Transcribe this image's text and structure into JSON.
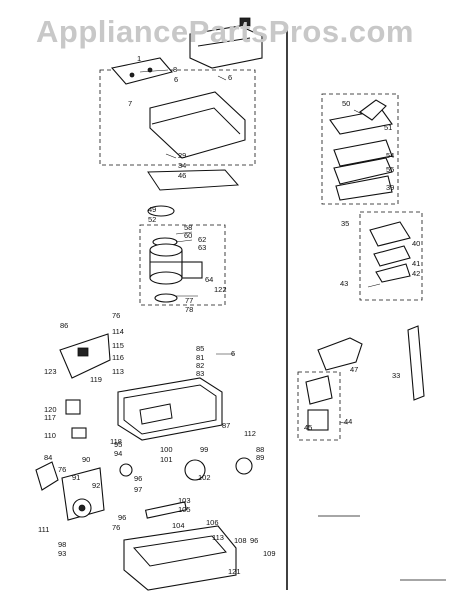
{
  "watermark": "AppliancePartsPros.com",
  "part_labels": [
    "1",
    "8",
    "6",
    "6",
    "7",
    "29",
    "34",
    "46",
    "49",
    "52",
    "58",
    "60",
    "62",
    "63",
    "64",
    "122",
    "77",
    "78",
    "76",
    "114",
    "86",
    "85",
    "81",
    "82",
    "83",
    "115",
    "116",
    "113",
    "123",
    "119",
    "120",
    "117",
    "110",
    "118",
    "87",
    "112",
    "84",
    "90",
    "76",
    "91",
    "92",
    "95",
    "94",
    "100",
    "101",
    "99",
    "102",
    "88",
    "89",
    "96",
    "97",
    "103",
    "105",
    "104",
    "106",
    "111",
    "98",
    "93",
    "96",
    "76",
    "113",
    "108",
    "96",
    "109",
    "121",
    "50",
    "51",
    "54",
    "55",
    "39",
    "35",
    "40",
    "41",
    "42",
    "43",
    "47",
    "33",
    "44",
    "45",
    "6"
  ]
}
